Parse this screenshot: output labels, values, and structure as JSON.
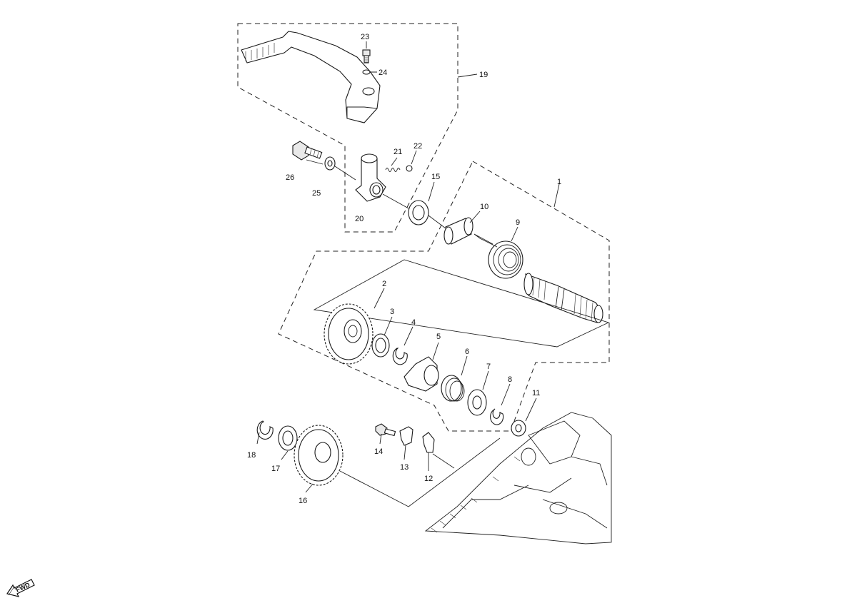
{
  "diagram": {
    "part_numbers": {
      "p1": "1",
      "p2": "2",
      "p3": "3",
      "p4": "4",
      "p5": "5",
      "p6": "6",
      "p7": "7",
      "p8": "8",
      "p9": "9",
      "p10": "10",
      "p11": "11",
      "p12": "12",
      "p13": "13",
      "p14": "14",
      "p15": "15",
      "p16": "16",
      "p17": "17",
      "p18": "18",
      "p19": "19",
      "p20": "20",
      "p21": "21",
      "p22": "22",
      "p23": "23",
      "p24": "24",
      "p25": "25",
      "p26": "26"
    },
    "fwd_label": "FWD"
  }
}
